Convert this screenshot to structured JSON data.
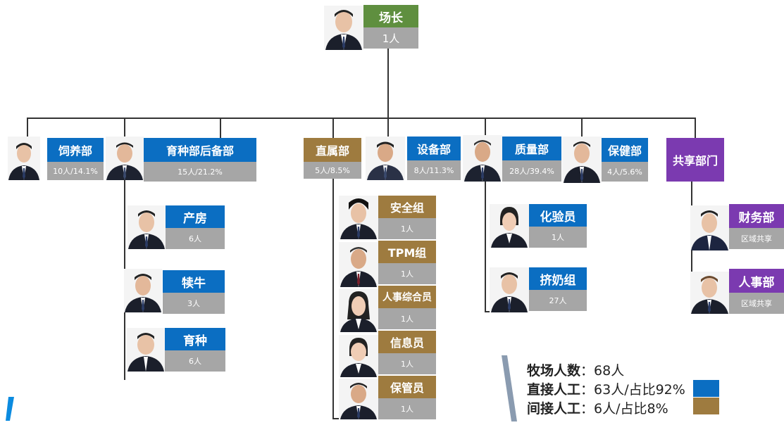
{
  "top": {
    "title": "场长",
    "count": "1人"
  },
  "departments": {
    "feeding": {
      "title": "饲养部",
      "count": "10人/14.1%"
    },
    "breeding_reserve": {
      "title": "育种部后备部",
      "count": "15人/21.2%"
    },
    "direct": {
      "title": "直属部",
      "count": "5人/8.5%"
    },
    "equipment": {
      "title": "设备部",
      "count": "8人/11.3%"
    },
    "quality": {
      "title": "质量部",
      "count": "28人/39.4%"
    },
    "health": {
      "title": "保健部",
      "count": "4人/5.6%"
    },
    "shared": {
      "title": "共享部门"
    }
  },
  "breeding_units": [
    {
      "title": "产房",
      "count": "6人"
    },
    {
      "title": "犊牛",
      "count": "3人"
    },
    {
      "title": "育种",
      "count": "6人"
    }
  ],
  "direct_units": [
    {
      "title": "安全组",
      "count": "1人"
    },
    {
      "title": "TPM组",
      "count": "1人"
    },
    {
      "title": "人事综合员",
      "count": "1人"
    },
    {
      "title": "信息员",
      "count": "1人"
    },
    {
      "title": "保管员",
      "count": "1人"
    }
  ],
  "quality_units": [
    {
      "title": "化验员",
      "count": "1人"
    },
    {
      "title": "挤奶组",
      "count": "27人"
    }
  ],
  "shared_units": [
    {
      "title": "财务部",
      "count": "区域共享"
    },
    {
      "title": "人事部",
      "count": "区域共享"
    }
  ],
  "summary": {
    "total_label": "牧场人数",
    "total_value": "：68人",
    "direct_label": "直接人工",
    "direct_value": "：63人/占比92%",
    "indirect_label": "间接人工",
    "indirect_value": "：6人/占比8%"
  },
  "colors": {
    "blue": "#0b6ec2",
    "green": "#5f8f3f",
    "brown": "#9e7b3f",
    "purple": "#7b3ab0",
    "gray": "#a6a6a6"
  }
}
